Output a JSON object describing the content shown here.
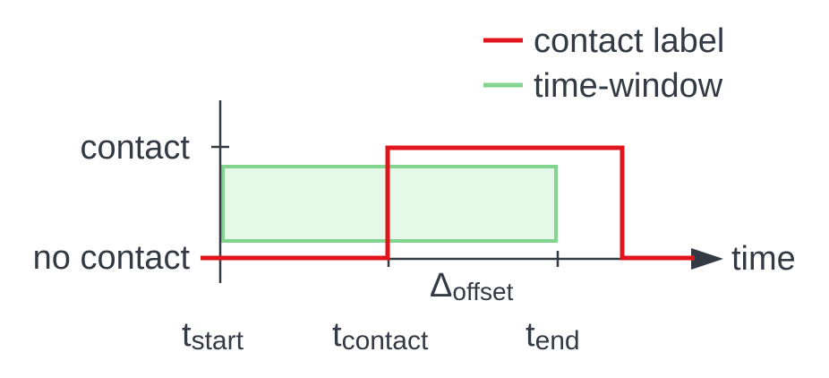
{
  "legend": {
    "contact_label": {
      "text": "contact label",
      "color": "#e0141b"
    },
    "time_window": {
      "text": "time-window",
      "color": "#82d48f"
    }
  },
  "y_axis": {
    "contact": "contact",
    "no_contact": "no contact"
  },
  "x_axis": {
    "label": "time"
  },
  "times": {
    "t_start": {
      "base": "t",
      "sub": "start"
    },
    "t_contact": {
      "base": "t",
      "sub": "contact"
    },
    "t_end": {
      "base": "t",
      "sub": "end"
    }
  },
  "offset": {
    "base": "Δ",
    "sub": "offset"
  },
  "colors": {
    "axis": "#333a44",
    "signal": "#e0141b",
    "window_stroke": "#82d48f",
    "window_fill": "#dff8e3"
  }
}
